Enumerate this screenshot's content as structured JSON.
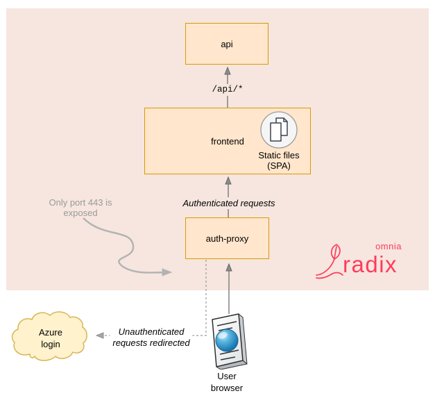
{
  "colors": {
    "panel_bg": "#f6e6df",
    "node_fill": "#ffe6cc",
    "node_border": "#d79b00",
    "cloud_fill": "#fff2cc",
    "cloud_border": "#d6b656",
    "brand_pink": "#ff3b5c",
    "edge_gray": "#666666",
    "note_gray": "#9a9a9a"
  },
  "nodes": {
    "api": {
      "label": "api"
    },
    "frontend": {
      "label": "frontend"
    },
    "static_files": {
      "line1": "Static files",
      "line2": "(SPA)"
    },
    "auth_proxy": {
      "label": "auth-proxy"
    },
    "azure_login": {
      "line1": "Azure",
      "line2": "login"
    },
    "user_browser": {
      "line1": "User",
      "line2": "browser"
    }
  },
  "edges": {
    "api_path": {
      "label": "/api/*"
    },
    "authenticated": {
      "label": "Authenticated requests"
    },
    "unauthenticated": {
      "line1": "Unauthenticated",
      "line2": "requests redirected"
    }
  },
  "annotations": {
    "port_note": {
      "line1": "Only port 443 is",
      "line2": "exposed"
    }
  },
  "logo": {
    "wordmark_top": "omnia",
    "wordmark_bottom": "radix"
  }
}
